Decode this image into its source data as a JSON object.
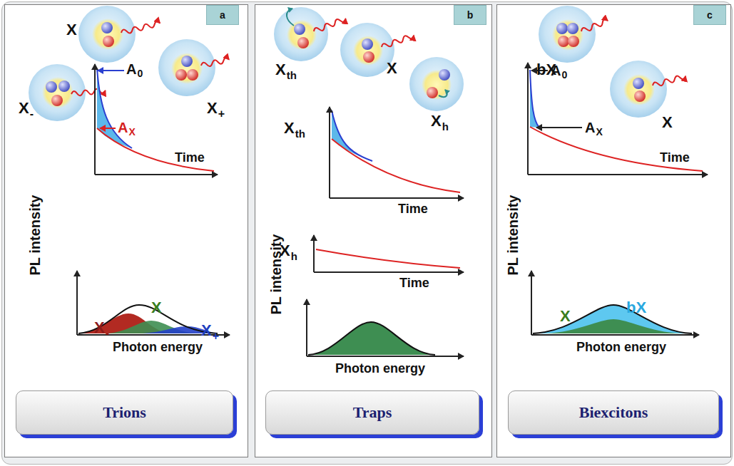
{
  "diagram": {
    "nodes": [
      {
        "text": [
          "a"
        ]
      },
      {
        "text": [
          "Trions"
        ]
      },
      {
        "text": [
          "b"
        ]
      },
      {
        "text": [
          "Traps"
        ]
      },
      {
        "text": [
          "c"
        ]
      },
      {
        "text": [
          "Biexcitons"
        ]
      }
    ],
    "labels": [
      "X",
      "X",
      "-",
      "X",
      "+",
      "A",
      "0",
      "A",
      "X",
      "PL intensity",
      "Time",
      "X",
      "-",
      "X",
      "X",
      "+",
      "Photon energy",
      "X",
      "th",
      "X",
      "X",
      "h",
      "X",
      "th",
      "Time",
      "X",
      "h",
      "Time",
      "PL intensity",
      "Photon energy",
      "bX",
      "X",
      "A",
      "0",
      "A",
      "X",
      "PL intensity",
      "Time",
      "X",
      "bX",
      "Photon energy"
    ]
  }
}
